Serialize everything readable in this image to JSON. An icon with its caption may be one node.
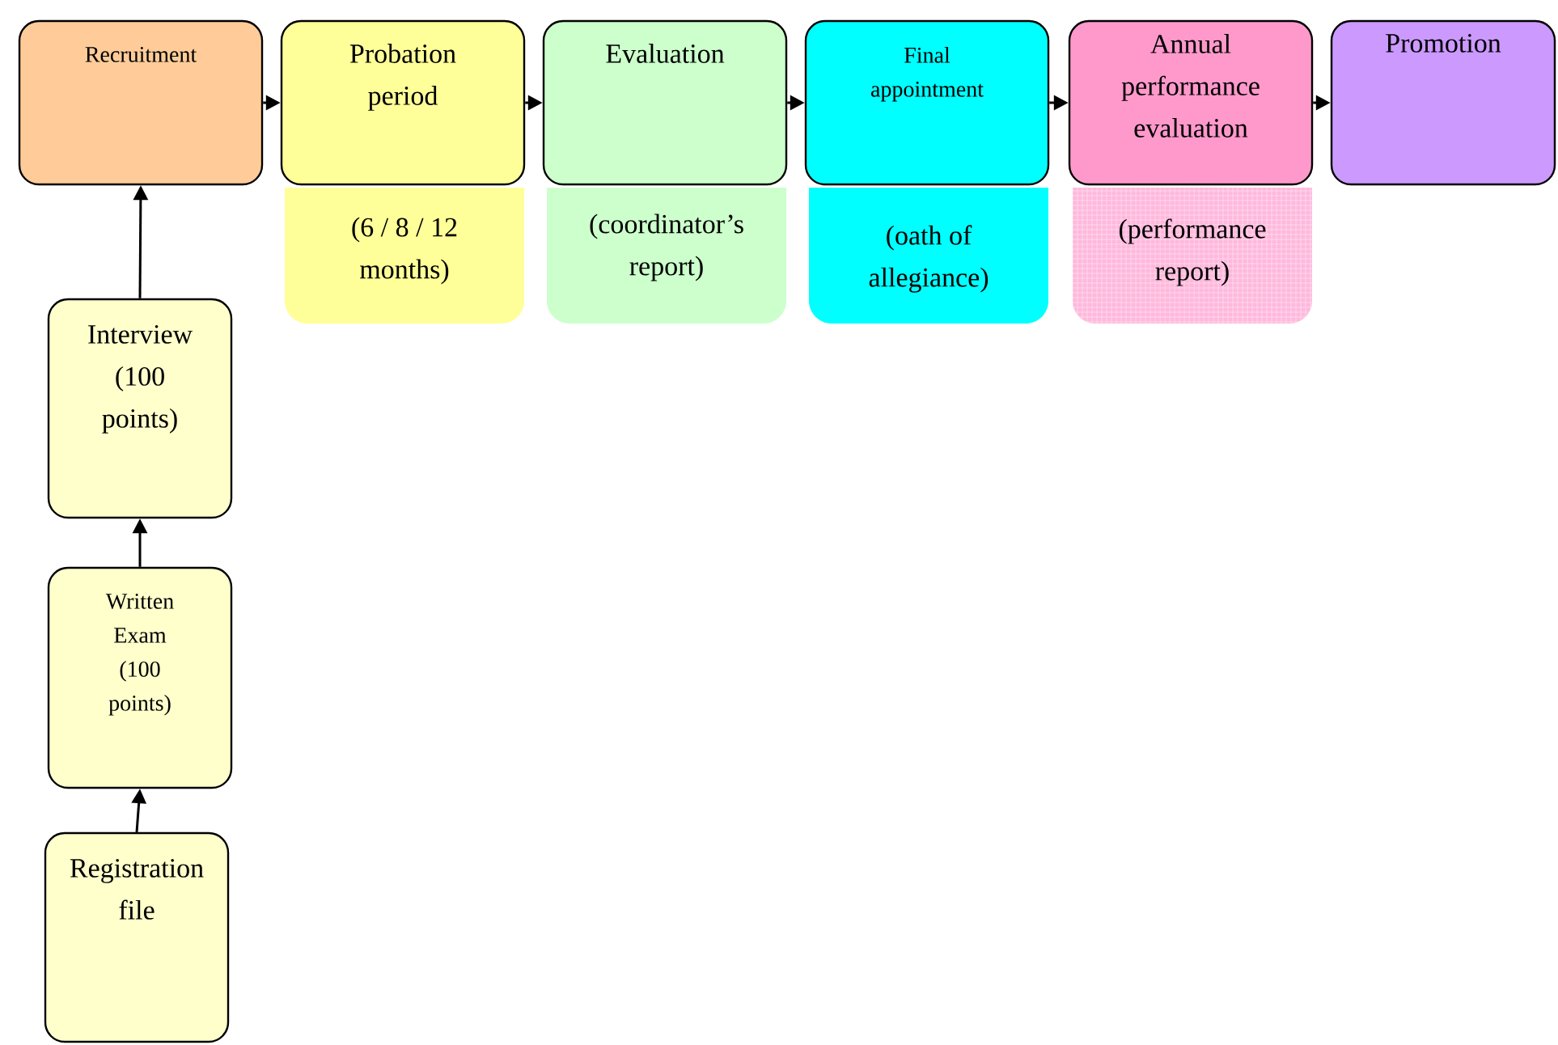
{
  "diagram": {
    "nodes": [
      {
        "text": [
          "Recruitment"
        ]
      },
      {
        "text": [
          "Probation period"
        ]
      },
      {
        "text": [
          "(6 / 8 / 12 months)"
        ]
      },
      {
        "text": [
          "Evaluation"
        ]
      },
      {
        "text": [
          "(coordinator’s report)"
        ]
      },
      {
        "text": [
          "Final appointment"
        ]
      },
      {
        "text": [
          "(oath of allegiance)"
        ]
      },
      {
        "text": [
          "Annual performance evaluation"
        ]
      },
      {
        "text": [
          "(performance report)"
        ]
      },
      {
        "text": [
          "Promotion"
        ]
      },
      {
        "text": [
          "Interview (100 points)"
        ]
      },
      {
        "text": [
          "Written Exam (100 points)"
        ]
      },
      {
        "text": [
          "Registration file"
        ]
      }
    ],
    "edges": [
      {
        "from": 0,
        "to": 1,
        "arrow": "to"
      },
      {
        "from": 1,
        "to": 3,
        "arrow": "to"
      },
      {
        "from": 3,
        "to": 5,
        "arrow": "to"
      },
      {
        "from": 5,
        "to": 7,
        "arrow": "to"
      },
      {
        "from": 7,
        "to": 9,
        "arrow": "to"
      },
      {
        "from": 10,
        "to": 0,
        "arrow": "to"
      },
      {
        "from": 11,
        "to": 10,
        "arrow": "to"
      },
      {
        "from": 12,
        "to": 11,
        "arrow": "to"
      }
    ]
  }
}
